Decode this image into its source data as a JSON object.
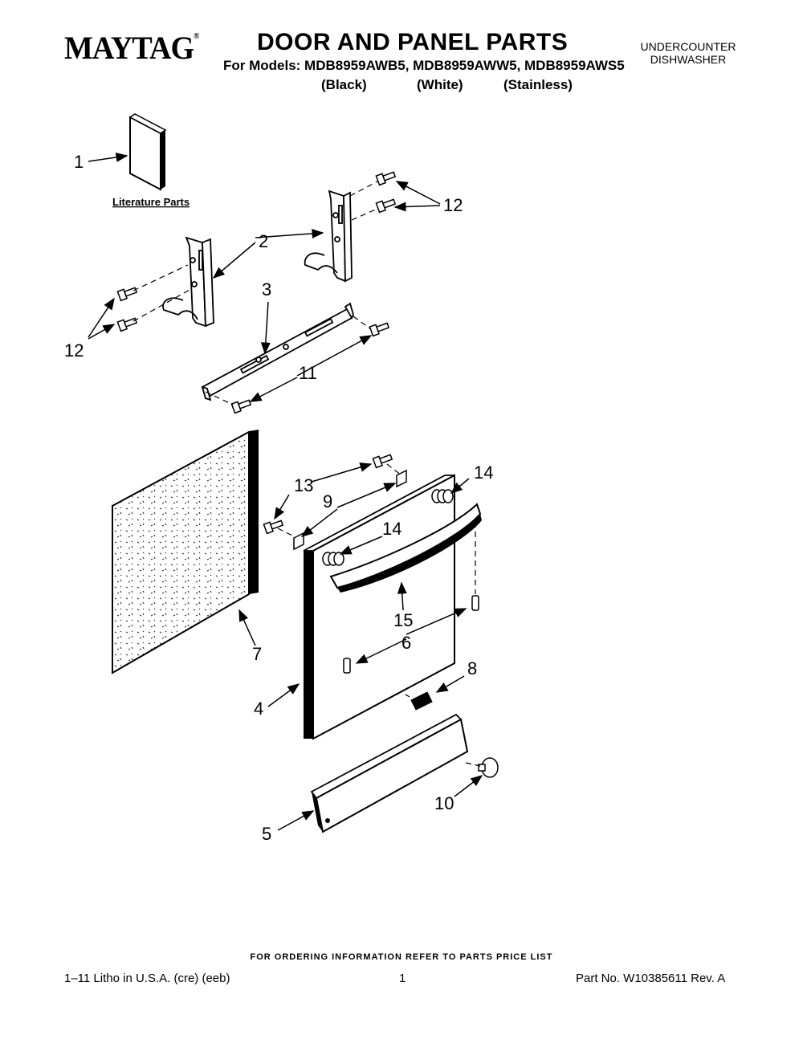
{
  "header": {
    "brand": "MAYTAG",
    "brand_mark": "®",
    "title": "DOOR AND PANEL PARTS",
    "models_line": "For Models: MDB8959AWB5, MDB8959AWW5, MDB8959AWS5",
    "variants": [
      "(Black)",
      "(White)",
      "(Stainless)"
    ],
    "category_line1": "UNDERCOUNTER",
    "category_line2": "DISHWASHER"
  },
  "diagram": {
    "literature_label": "Literature Parts",
    "callouts": [
      "1",
      "2",
      "3",
      "4",
      "5",
      "6",
      "7",
      "8",
      "9",
      "10",
      "11",
      "12",
      "12",
      "13",
      "14",
      "14",
      "15"
    ]
  },
  "footer": {
    "ordering_note": "FOR ORDERING INFORMATION REFER TO PARTS PRICE LIST",
    "litho": "1–11 Litho in U.S.A. (cre) (eeb)",
    "page": "1",
    "part_no": "Part No. W10385611 Rev. A"
  }
}
